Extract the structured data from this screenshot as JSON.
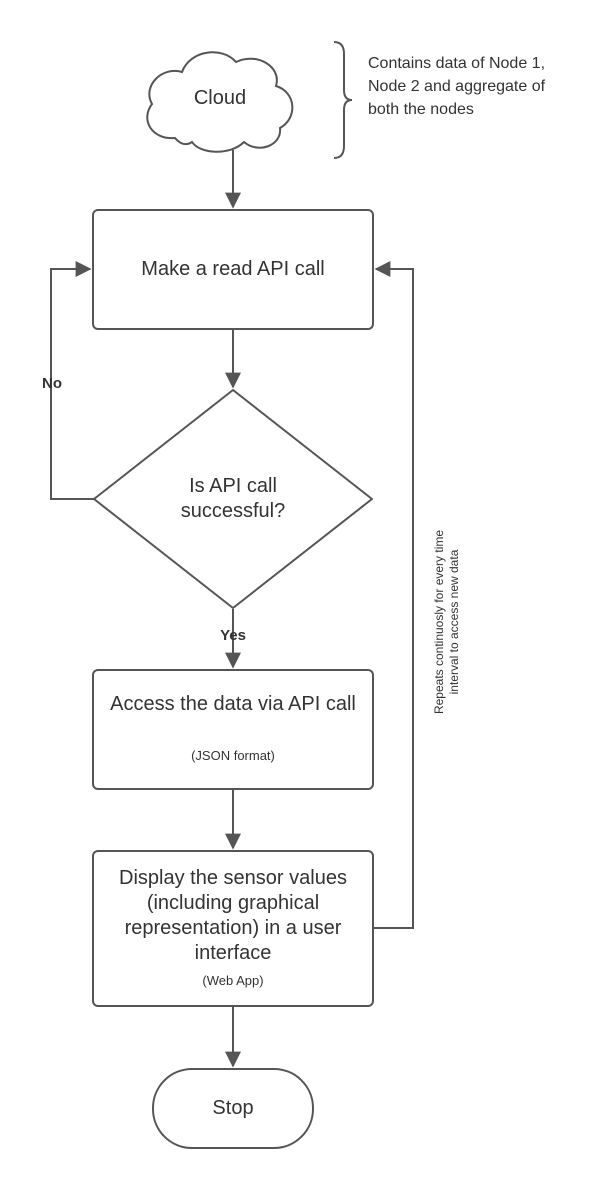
{
  "nodes": {
    "cloud": "Cloud",
    "make_call": "Make a read API call",
    "decision": "Is API call successful?",
    "access_title": "Access the data via API call",
    "access_sub": "(JSON format)",
    "display_title": "Display the sensor values (including graphical representation) in a user interface",
    "display_sub": "(Web App)",
    "stop": "Stop"
  },
  "edges": {
    "no_label": "No",
    "yes_label": "Yes",
    "repeat_label_1": "Repeats continuosly for every time",
    "repeat_label_2": "interval to access new data"
  },
  "annotation": {
    "cloud_note": "Contains data of Node 1, Node 2 and aggregate of both the nodes"
  }
}
